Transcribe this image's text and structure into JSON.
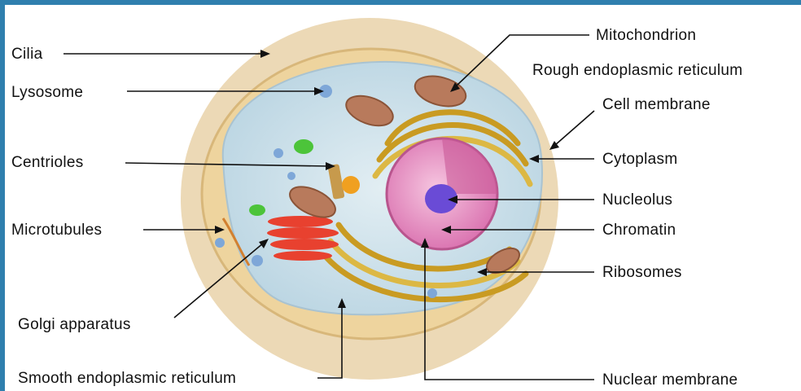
{
  "labels": {
    "cilia": "Cilia",
    "lysosome": "Lysosome",
    "centrioles": "Centrioles",
    "microtubules": "Microtubules",
    "golgi": "Golgi apparatus",
    "smooth_er": "Smooth endoplasmic reticulum",
    "mitochondrion": "Mitochondrion",
    "rough_er": "Rough endoplasmic reticulum",
    "cell_membrane": "Cell membrane",
    "cytoplasm": "Cytoplasm",
    "nucleolus": "Nucleolus",
    "chromatin": "Chromatin",
    "ribosomes": "Ribosomes",
    "nuclear_membrane": "Nuclear membrane"
  },
  "colors": {
    "frame_border": "#2f7fae",
    "cilia": "#d9b98a",
    "membrane": "#e8cf9c",
    "cytoplasm": "#cfe2ec",
    "nucleus": "#e79ac8",
    "nucleolus": "#6a4bd6",
    "golgi": "#e8412f",
    "rough_er": "#d9b23a",
    "mitochondrion": "#b87a5c"
  }
}
